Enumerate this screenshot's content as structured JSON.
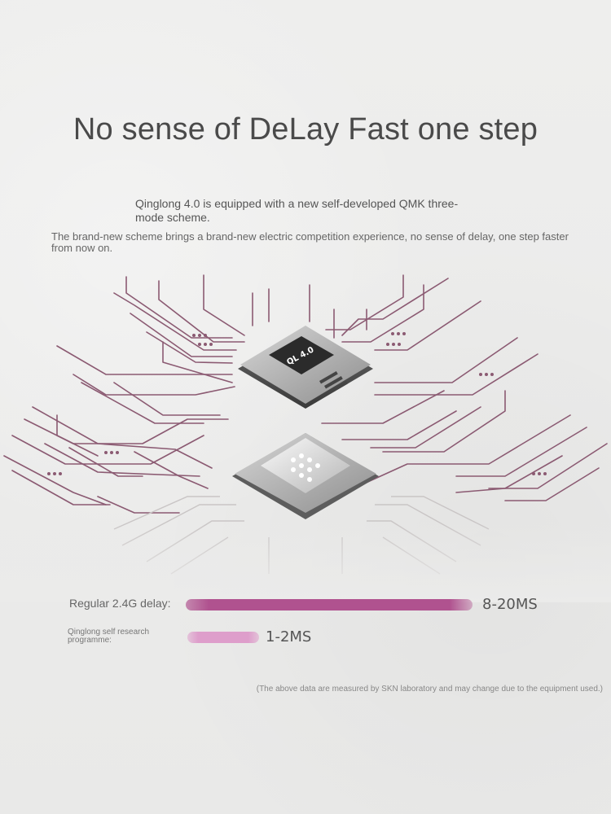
{
  "headline": "No sense of DeLay Fast one step",
  "intro_line_1": "Qinglong 4.0 is equipped with a new self-developed QMK three-mode scheme.",
  "intro_line_2": "The brand-new scheme brings a brand-new electric competition experience, no sense of delay, one step faster from now on.",
  "chip_label": "QL 4.0",
  "comparison": [
    {
      "label": "Regular 2.4G delay:",
      "value": "8-20MS",
      "color": "#b0528f"
    },
    {
      "label": "Qinglong self research programme:",
      "value": "1-2MS",
      "color": "#de9ecb"
    }
  ],
  "footnote": "(The above data are measured by SKN laboratory and may change due to the equipment used.)",
  "colors": {
    "trace": "#8b5a72",
    "trace_faded": "#c9c5c5",
    "chip_dark": "#2b2b2b"
  }
}
